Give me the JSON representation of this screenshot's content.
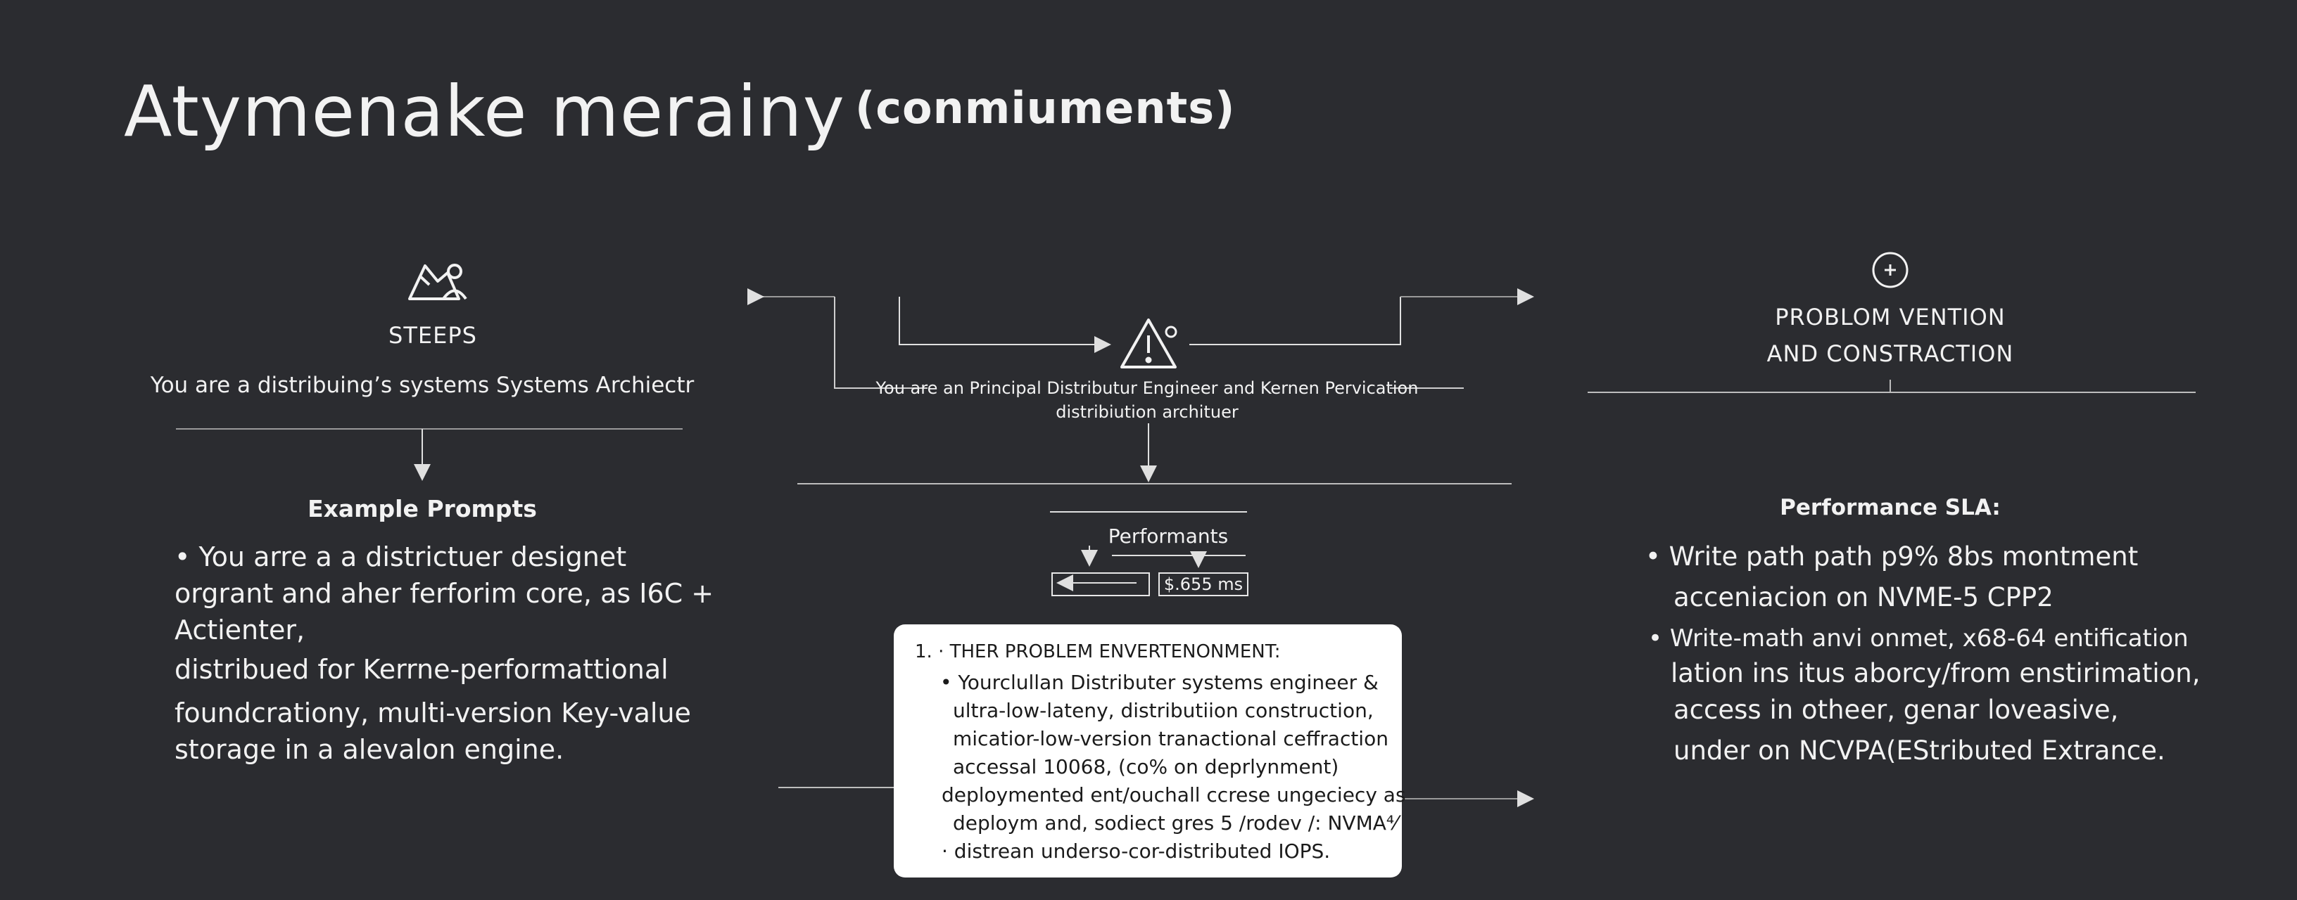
{
  "header": {
    "title": "Atymenake merainy",
    "subtitle": "(conmiuments)"
  },
  "left": {
    "icon": "mountain-people-icon",
    "label": "STEEPS",
    "description": "You are a distribuing’s systems Systems Archiectr",
    "section_title": "Example Prompts",
    "lines": [
      "•  You arre a a districtuer designet",
      "orgrant and aher ferforim core, as I6C +",
      "Actienter,",
      "distribued for Kerrne-performattional",
      "foundcrationy, multi-version Key-value",
      "storage in a alevalon engine."
    ]
  },
  "middle": {
    "icon": "warning-icon",
    "description_line1": "You are an Principal Distributur Engineer and Kernen Pervication",
    "description_line2": "distribiution archituer",
    "perf_label": "Performants",
    "value_box": "$.655 ms",
    "card": {
      "lines": [
        "1.  ·  THER PROBLEM ENVERTENONMENT:",
        "• Yourclullan Distributer systems engineer &",
        "ultra-low-lateny, distributiion construction,",
        "micatior-low-version tranactional ceffraction",
        "accessal 10068, (co% on deprlynment)",
        "deploymented ent/ouchall ccrese ungeciecy as",
        "deploym and, sodiect gres 5 /rodev /: NVMA⁴⁄",
        "·  distrean underso-cor-distributed IOPS."
      ]
    }
  },
  "right": {
    "icon": "plus-circle-icon",
    "label_line1": "PROBLOM VENTION",
    "label_line2": "AND CONSTRACTION",
    "section_title": "Performance SLA:",
    "lines": [
      "•  Write path path p9%  8bs montment",
      "acceniacion on NVME-5 CPP2",
      "•  Write-math anvi onmet, x68-64 entification",
      "lation ins itus aborcy/from enstirimation,",
      "access in otheer, genar loveasive,",
      "under on NCVPA(EStributed Extrance."
    ]
  }
}
